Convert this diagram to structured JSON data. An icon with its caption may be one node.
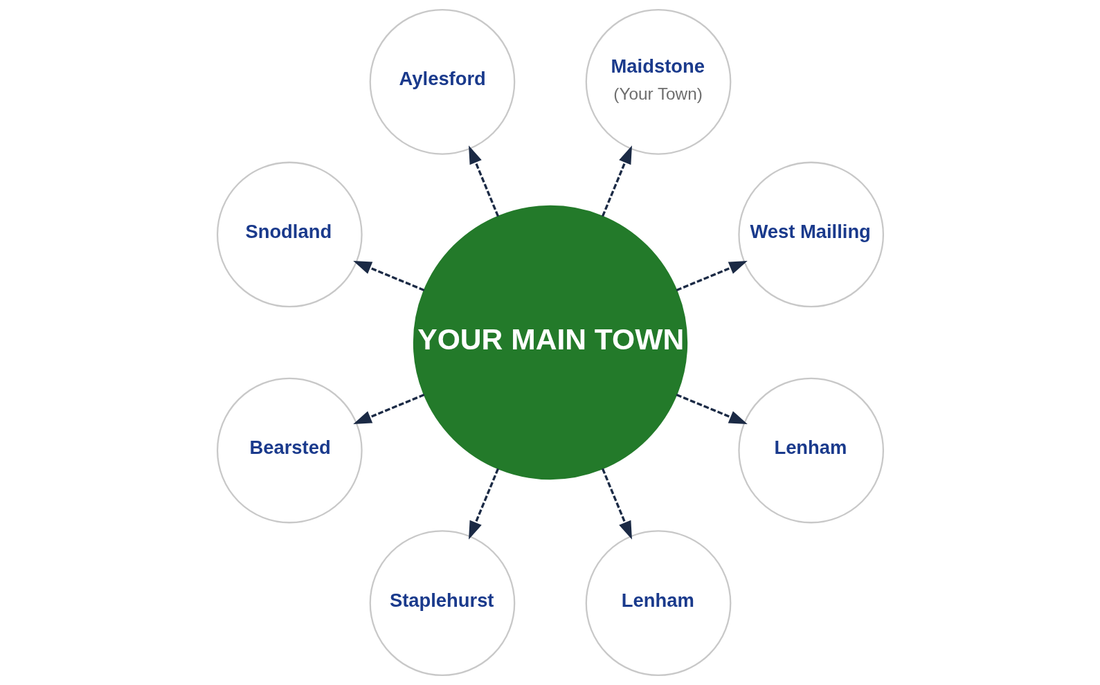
{
  "diagram": {
    "nodes": [
      {
        "text": [
          "West Mailling"
        ]
      },
      {
        "text": [
          "Maidstone",
          "(Your Town)"
        ]
      },
      {
        "text": [
          "Aylesford"
        ]
      },
      {
        "text": [
          "YOUR MAIN TOWN"
        ]
      },
      {
        "text": [
          "Snodland"
        ]
      },
      {
        "text": [
          "Bearsted"
        ]
      },
      {
        "text": [
          "Staplehurst"
        ]
      },
      {
        "text": [
          "Lenham"
        ]
      },
      {
        "text": [
          "Lenham"
        ]
      }
    ],
    "edges": [
      {
        "from": 3,
        "to": 0,
        "arrow": "to",
        "style": "dashed"
      },
      {
        "from": 3,
        "to": 2,
        "arrow": "to",
        "style": "dashed"
      },
      {
        "from": 3,
        "to": 5,
        "arrow": "to",
        "style": "dashed"
      },
      {
        "from": 3,
        "to": 7,
        "arrow": "to",
        "style": "dashed"
      },
      {
        "from": 3,
        "to": 8,
        "arrow": "to",
        "style": "dashed"
      },
      {
        "from": 3,
        "to": 6,
        "arrow": "to",
        "style": "dashed"
      },
      {
        "from": 3,
        "to": 4,
        "arrow": "to",
        "style": "dashed"
      },
      {
        "from": 3,
        "to": 1,
        "arrow": "to",
        "style": "dashed"
      }
    ]
  }
}
